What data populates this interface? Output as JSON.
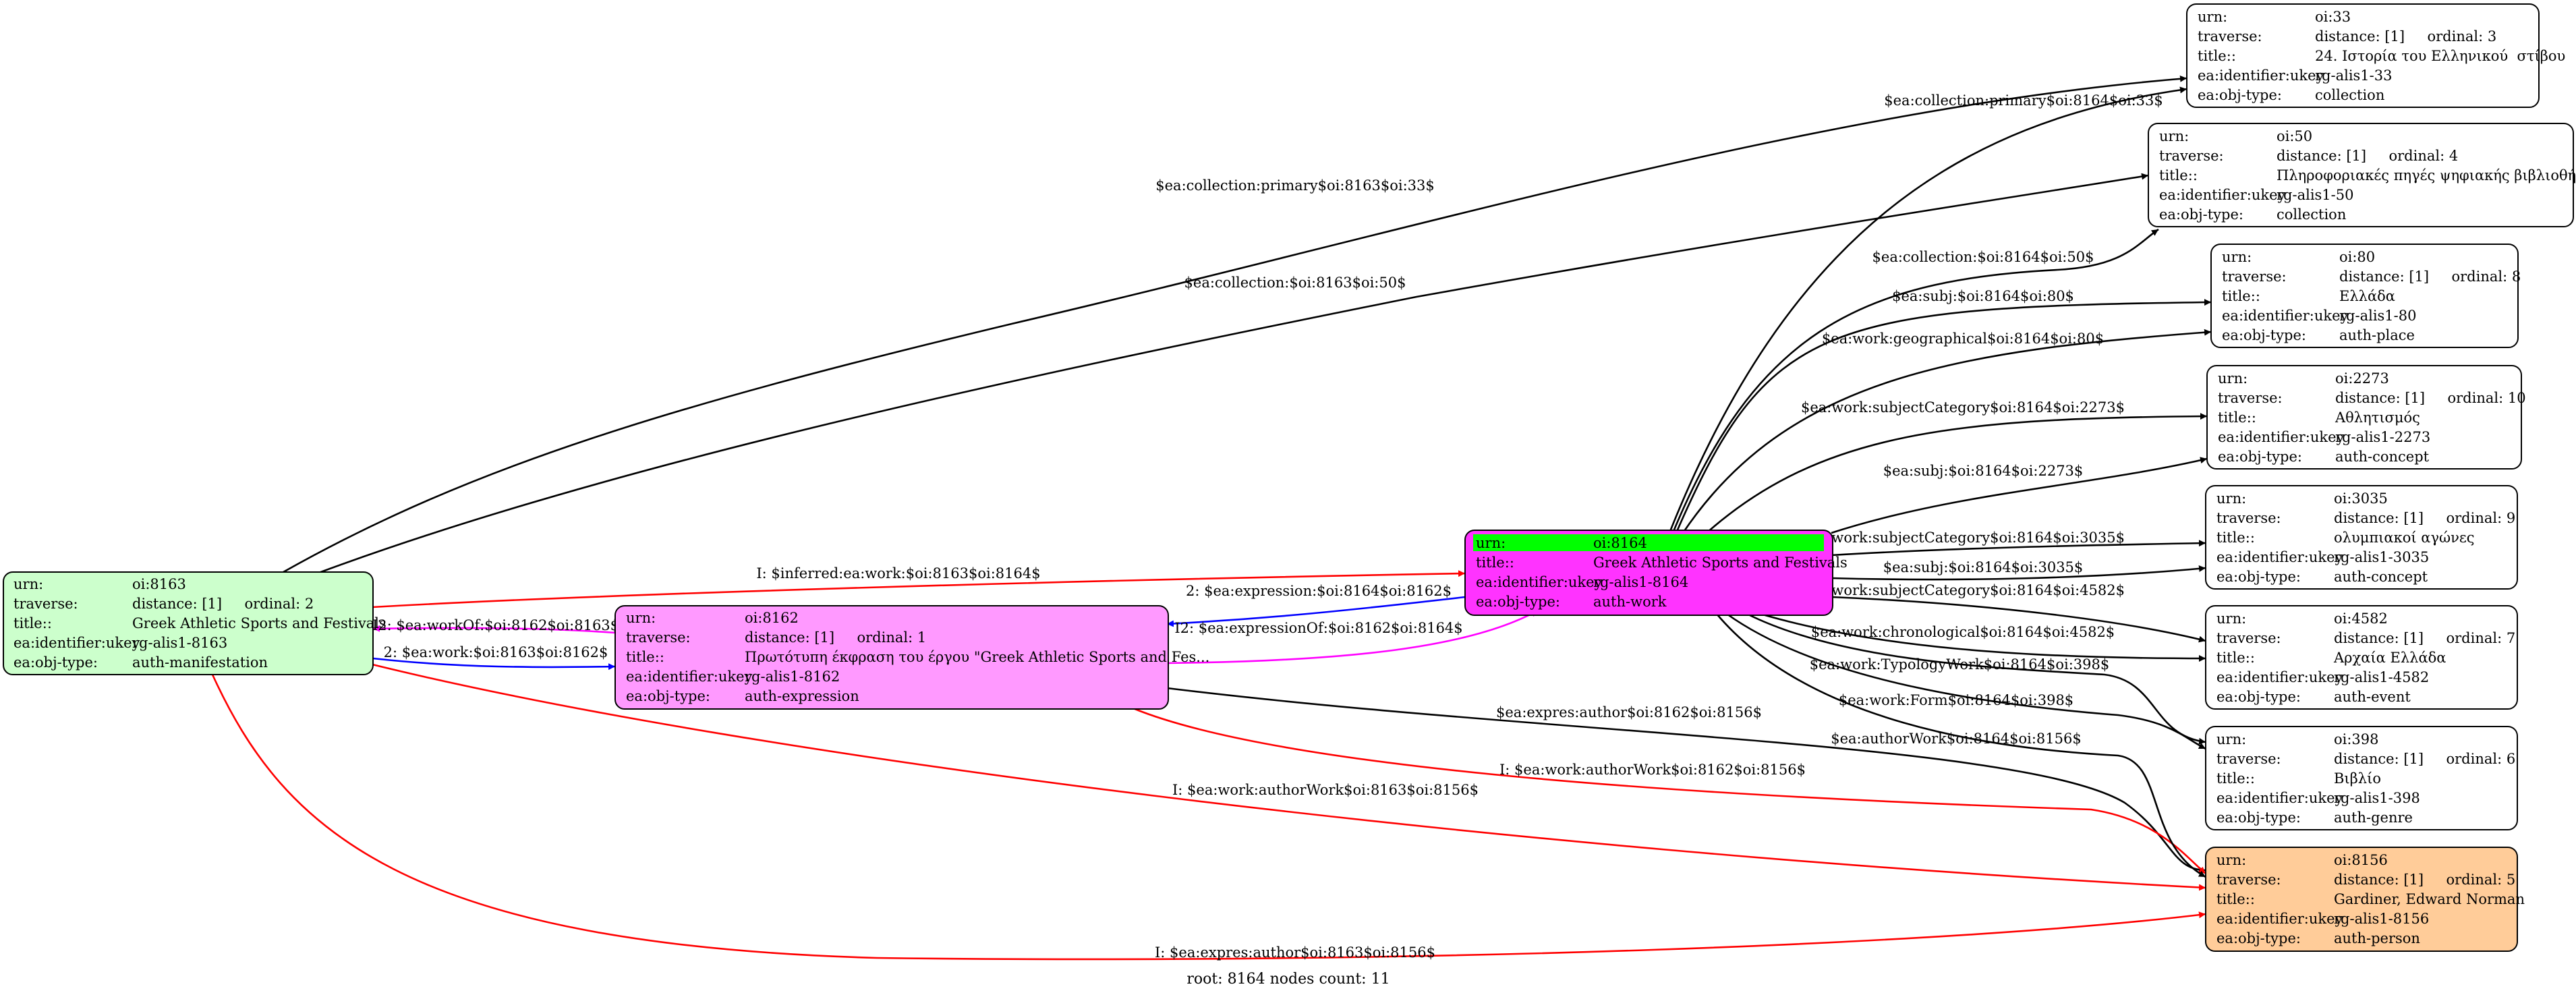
{
  "footer": "root: 8164 nodes count: 11",
  "colors": {
    "black": "#000000",
    "red": "#ff0000",
    "blue": "#0000ff",
    "magenta": "#ff00ff",
    "green_node": "#ccffcc",
    "pink_node": "#ff99ff",
    "magenta_node": "#ff33ff",
    "orange_node": "#ffcc99",
    "root_header": "#00ff00",
    "white_node": "#ffffff"
  },
  "nodes": [
    {
      "id": "n8163",
      "rows": [
        [
          "urn:",
          "oi:8163"
        ],
        [
          "traverse:",
          "distance: [1]     ordinal: 2"
        ],
        [
          "title::",
          "Greek Athletic Sports and Festivals"
        ],
        [
          "ea:identifier:ukey",
          "rg-alis1-8163"
        ],
        [
          "ea:obj-type:",
          "auth-manifestation"
        ]
      ]
    },
    {
      "id": "n8162",
      "rows": [
        [
          "urn:",
          "oi:8162"
        ],
        [
          "traverse:",
          "distance: [1]     ordinal: 1"
        ],
        [
          "title::",
          "Πρωτότυπη έκφραση του έργου \"Greek Athletic Sports and Fes..."
        ],
        [
          "ea:identifier:ukey",
          "rg-alis1-8162"
        ],
        [
          "ea:obj-type:",
          "auth-expression"
        ]
      ]
    },
    {
      "id": "n8164",
      "rows": [
        [
          "urn:",
          "oi:8164"
        ],
        [
          "title::",
          "Greek Athletic Sports and Festivals"
        ],
        [
          "ea:identifier:ukey",
          "rg-alis1-8164"
        ],
        [
          "ea:obj-type:",
          "auth-work"
        ]
      ]
    },
    {
      "id": "n33",
      "rows": [
        [
          "urn:",
          "oi:33"
        ],
        [
          "traverse:",
          "distance: [1]     ordinal: 3"
        ],
        [
          "title::",
          "24. Ιστορία του Ελληνικού  στίβου"
        ],
        [
          "ea:identifier:ukey",
          "rg-alis1-33"
        ],
        [
          "ea:obj-type:",
          "collection"
        ]
      ]
    },
    {
      "id": "n50",
      "rows": [
        [
          "urn:",
          "oi:50"
        ],
        [
          "traverse:",
          "distance: [1]     ordinal: 4"
        ],
        [
          "title::",
          "Πληροφοριακές πηγές ψηφιακής βιβλιοθήκης"
        ],
        [
          "ea:identifier:ukey",
          "rg-alis1-50"
        ],
        [
          "ea:obj-type:",
          "collection"
        ]
      ]
    },
    {
      "id": "n80",
      "rows": [
        [
          "urn:",
          "oi:80"
        ],
        [
          "traverse:",
          "distance: [1]     ordinal: 8"
        ],
        [
          "title::",
          "Ελλάδα"
        ],
        [
          "ea:identifier:ukey",
          "rg-alis1-80"
        ],
        [
          "ea:obj-type:",
          "auth-place"
        ]
      ]
    },
    {
      "id": "n2273",
      "rows": [
        [
          "urn:",
          "oi:2273"
        ],
        [
          "traverse:",
          "distance: [1]     ordinal: 10"
        ],
        [
          "title::",
          "Αθλητισμός"
        ],
        [
          "ea:identifier:ukey",
          "rg-alis1-2273"
        ],
        [
          "ea:obj-type:",
          "auth-concept"
        ]
      ]
    },
    {
      "id": "n3035",
      "rows": [
        [
          "urn:",
          "oi:3035"
        ],
        [
          "traverse:",
          "distance: [1]     ordinal: 9"
        ],
        [
          "title::",
          "ολυμπιακοί αγώνες"
        ],
        [
          "ea:identifier:ukey",
          "rg-alis1-3035"
        ],
        [
          "ea:obj-type:",
          "auth-concept"
        ]
      ]
    },
    {
      "id": "n4582",
      "rows": [
        [
          "urn:",
          "oi:4582"
        ],
        [
          "traverse:",
          "distance: [1]     ordinal: 7"
        ],
        [
          "title::",
          "Αρχαία Ελλάδα"
        ],
        [
          "ea:identifier:ukey",
          "rg-alis1-4582"
        ],
        [
          "ea:obj-type:",
          "auth-event"
        ]
      ]
    },
    {
      "id": "n398",
      "rows": [
        [
          "urn:",
          "oi:398"
        ],
        [
          "traverse:",
          "distance: [1]     ordinal: 6"
        ],
        [
          "title::",
          "Βιβλίο"
        ],
        [
          "ea:identifier:ukey",
          "rg-alis1-398"
        ],
        [
          "ea:obj-type:",
          "auth-genre"
        ]
      ]
    },
    {
      "id": "n8156",
      "rows": [
        [
          "urn:",
          "oi:8156"
        ],
        [
          "traverse:",
          "distance: [1]     ordinal: 5"
        ],
        [
          "title::",
          "Gardiner, Edward Norman"
        ],
        [
          "ea:identifier:ukey",
          "rg-alis1-8156"
        ],
        [
          "ea:obj-type:",
          "auth-person"
        ]
      ]
    }
  ],
  "edges": [
    {
      "id": "e01",
      "label": "$ea:collection:primary$oi:8163$oi:33$"
    },
    {
      "id": "e02",
      "label": "$ea:collection:$oi:8163$oi:50$"
    },
    {
      "id": "e03",
      "label": "I: $inferred:ea:work:$oi:8163$oi:8164$"
    },
    {
      "id": "e04",
      "label": "I2: $ea:workOf:$oi:8162$oi:8163$"
    },
    {
      "id": "e05",
      "label": "2: $ea:work:$oi:8163$oi:8162$"
    },
    {
      "id": "e06",
      "label": "2: $ea:expression:$oi:8164$oi:8162$"
    },
    {
      "id": "e07",
      "label": "I2: $ea:expressionOf:$oi:8162$oi:8164$"
    },
    {
      "id": "e08",
      "label": "I: $ea:work:authorWork$oi:8163$oi:8156$"
    },
    {
      "id": "e09",
      "label": "I: $ea:expres:author$oi:8163$oi:8156$"
    },
    {
      "id": "e10",
      "label": "$ea:expres:author$oi:8162$oi:8156$"
    },
    {
      "id": "e11",
      "label": "I: $ea:work:authorWork$oi:8162$oi:8156$"
    },
    {
      "id": "e12",
      "label": "$ea:collection:primary$oi:8164$oi:33$"
    },
    {
      "id": "e13",
      "label": "$ea:collection:$oi:8164$oi:50$"
    },
    {
      "id": "e14",
      "label": "$ea:subj:$oi:8164$oi:80$"
    },
    {
      "id": "e15",
      "label": "$ea:work:geographical$oi:8164$oi:80$"
    },
    {
      "id": "e16",
      "label": "$ea:work:subjectCategory$oi:8164$oi:2273$"
    },
    {
      "id": "e17",
      "label": "$ea:subj:$oi:8164$oi:2273$"
    },
    {
      "id": "e18",
      "label": "$ea:work:subjectCategory$oi:8164$oi:3035$"
    },
    {
      "id": "e19",
      "label": "$ea:subj:$oi:8164$oi:3035$"
    },
    {
      "id": "e20",
      "label": "$ea:work:subjectCategory$oi:8164$oi:4582$"
    },
    {
      "id": "e21",
      "label": "$ea:work:chronological$oi:8164$oi:4582$"
    },
    {
      "id": "e22",
      "label": "$ea:work:TypologyWork$oi:8164$oi:398$"
    },
    {
      "id": "e23",
      "label": "$ea:work:Form$oi:8164$oi:398$"
    },
    {
      "id": "e24",
      "label": "$ea:authorWork$oi:8164$oi:8156$"
    }
  ]
}
